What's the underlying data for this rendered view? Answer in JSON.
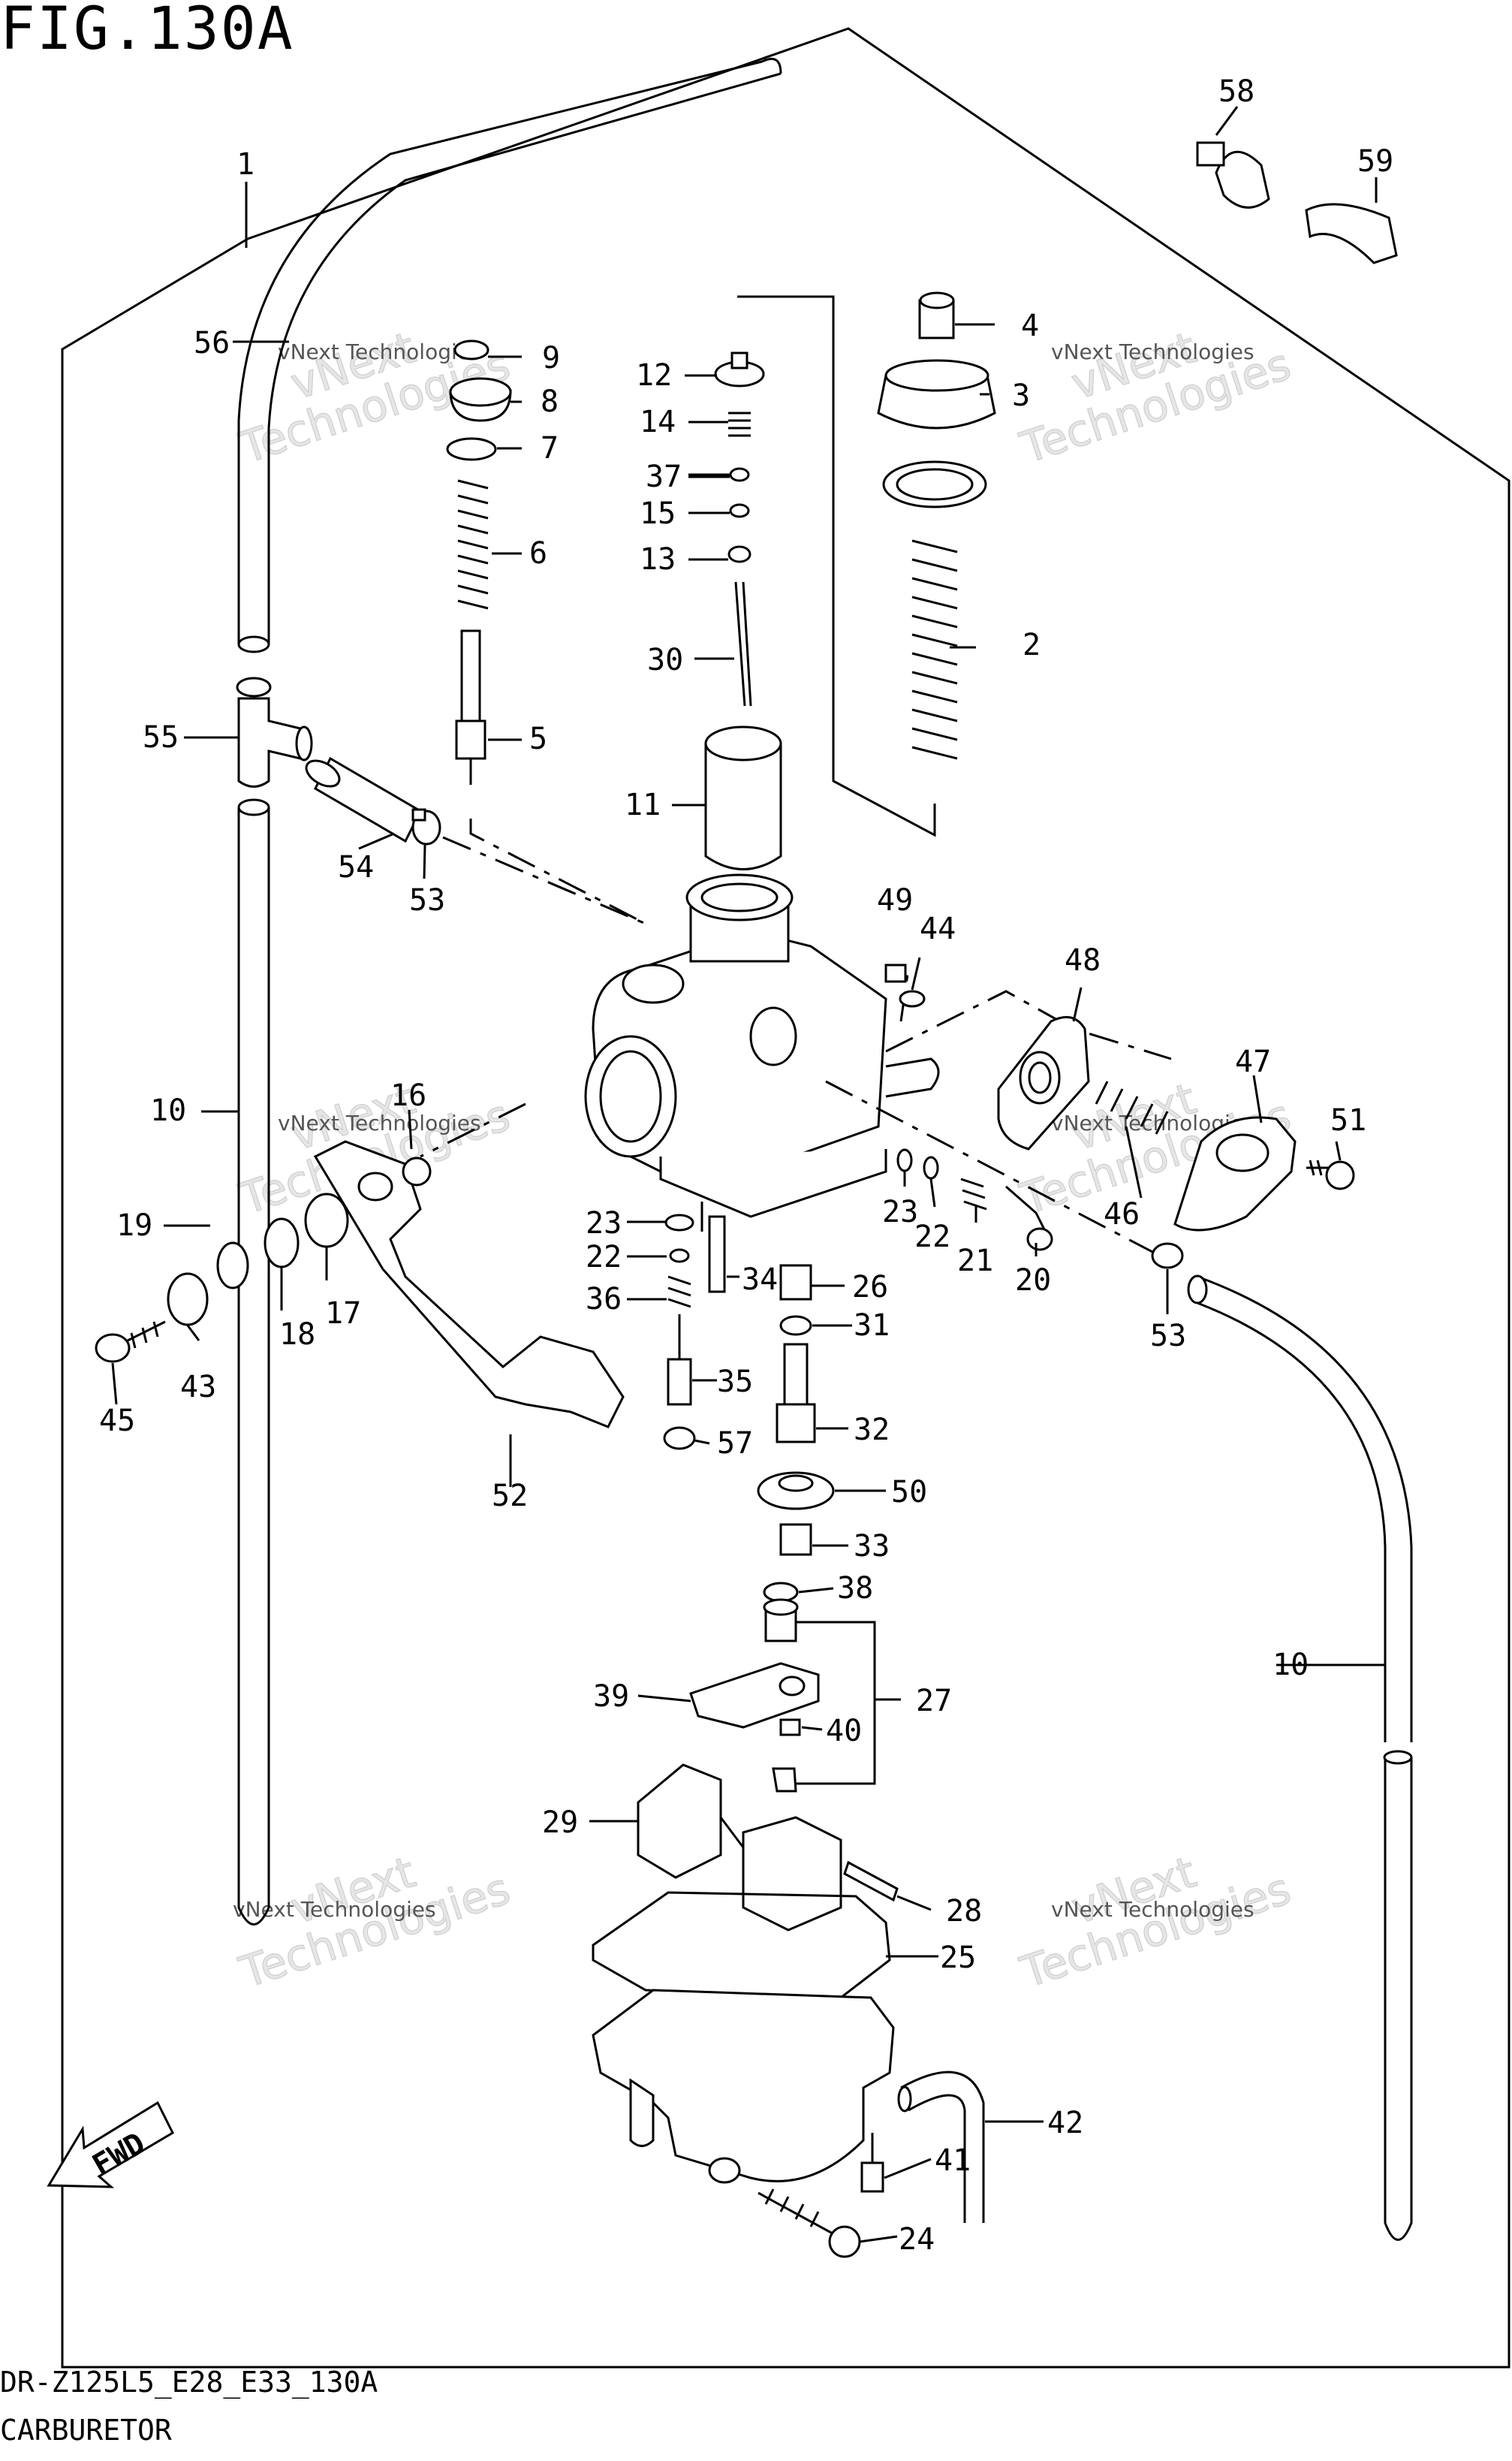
{
  "figure": {
    "title": "FIG.130A",
    "code": "DR-Z125L5_E28_E33_130A",
    "name": "CARBURETOR"
  },
  "fwd_label": "FWD",
  "watermark": {
    "line1": "vNext",
    "line2": "Technologies",
    "small": "vNext Technologies"
  },
  "callouts": [
    "1",
    "2",
    "3",
    "4",
    "5",
    "6",
    "7",
    "8",
    "9",
    "10",
    "10",
    "11",
    "12",
    "13",
    "14",
    "15",
    "16",
    "17",
    "18",
    "19",
    "20",
    "21",
    "22",
    "22",
    "23",
    "23",
    "24",
    "25",
    "26",
    "27",
    "28",
    "29",
    "30",
    "31",
    "32",
    "33",
    "34",
    "35",
    "36",
    "37",
    "38",
    "39",
    "40",
    "41",
    "42",
    "43",
    "44",
    "45",
    "46",
    "47",
    "48",
    "49",
    "50",
    "51",
    "52",
    "53",
    "53",
    "54",
    "55",
    "56",
    "57",
    "58",
    "59"
  ]
}
